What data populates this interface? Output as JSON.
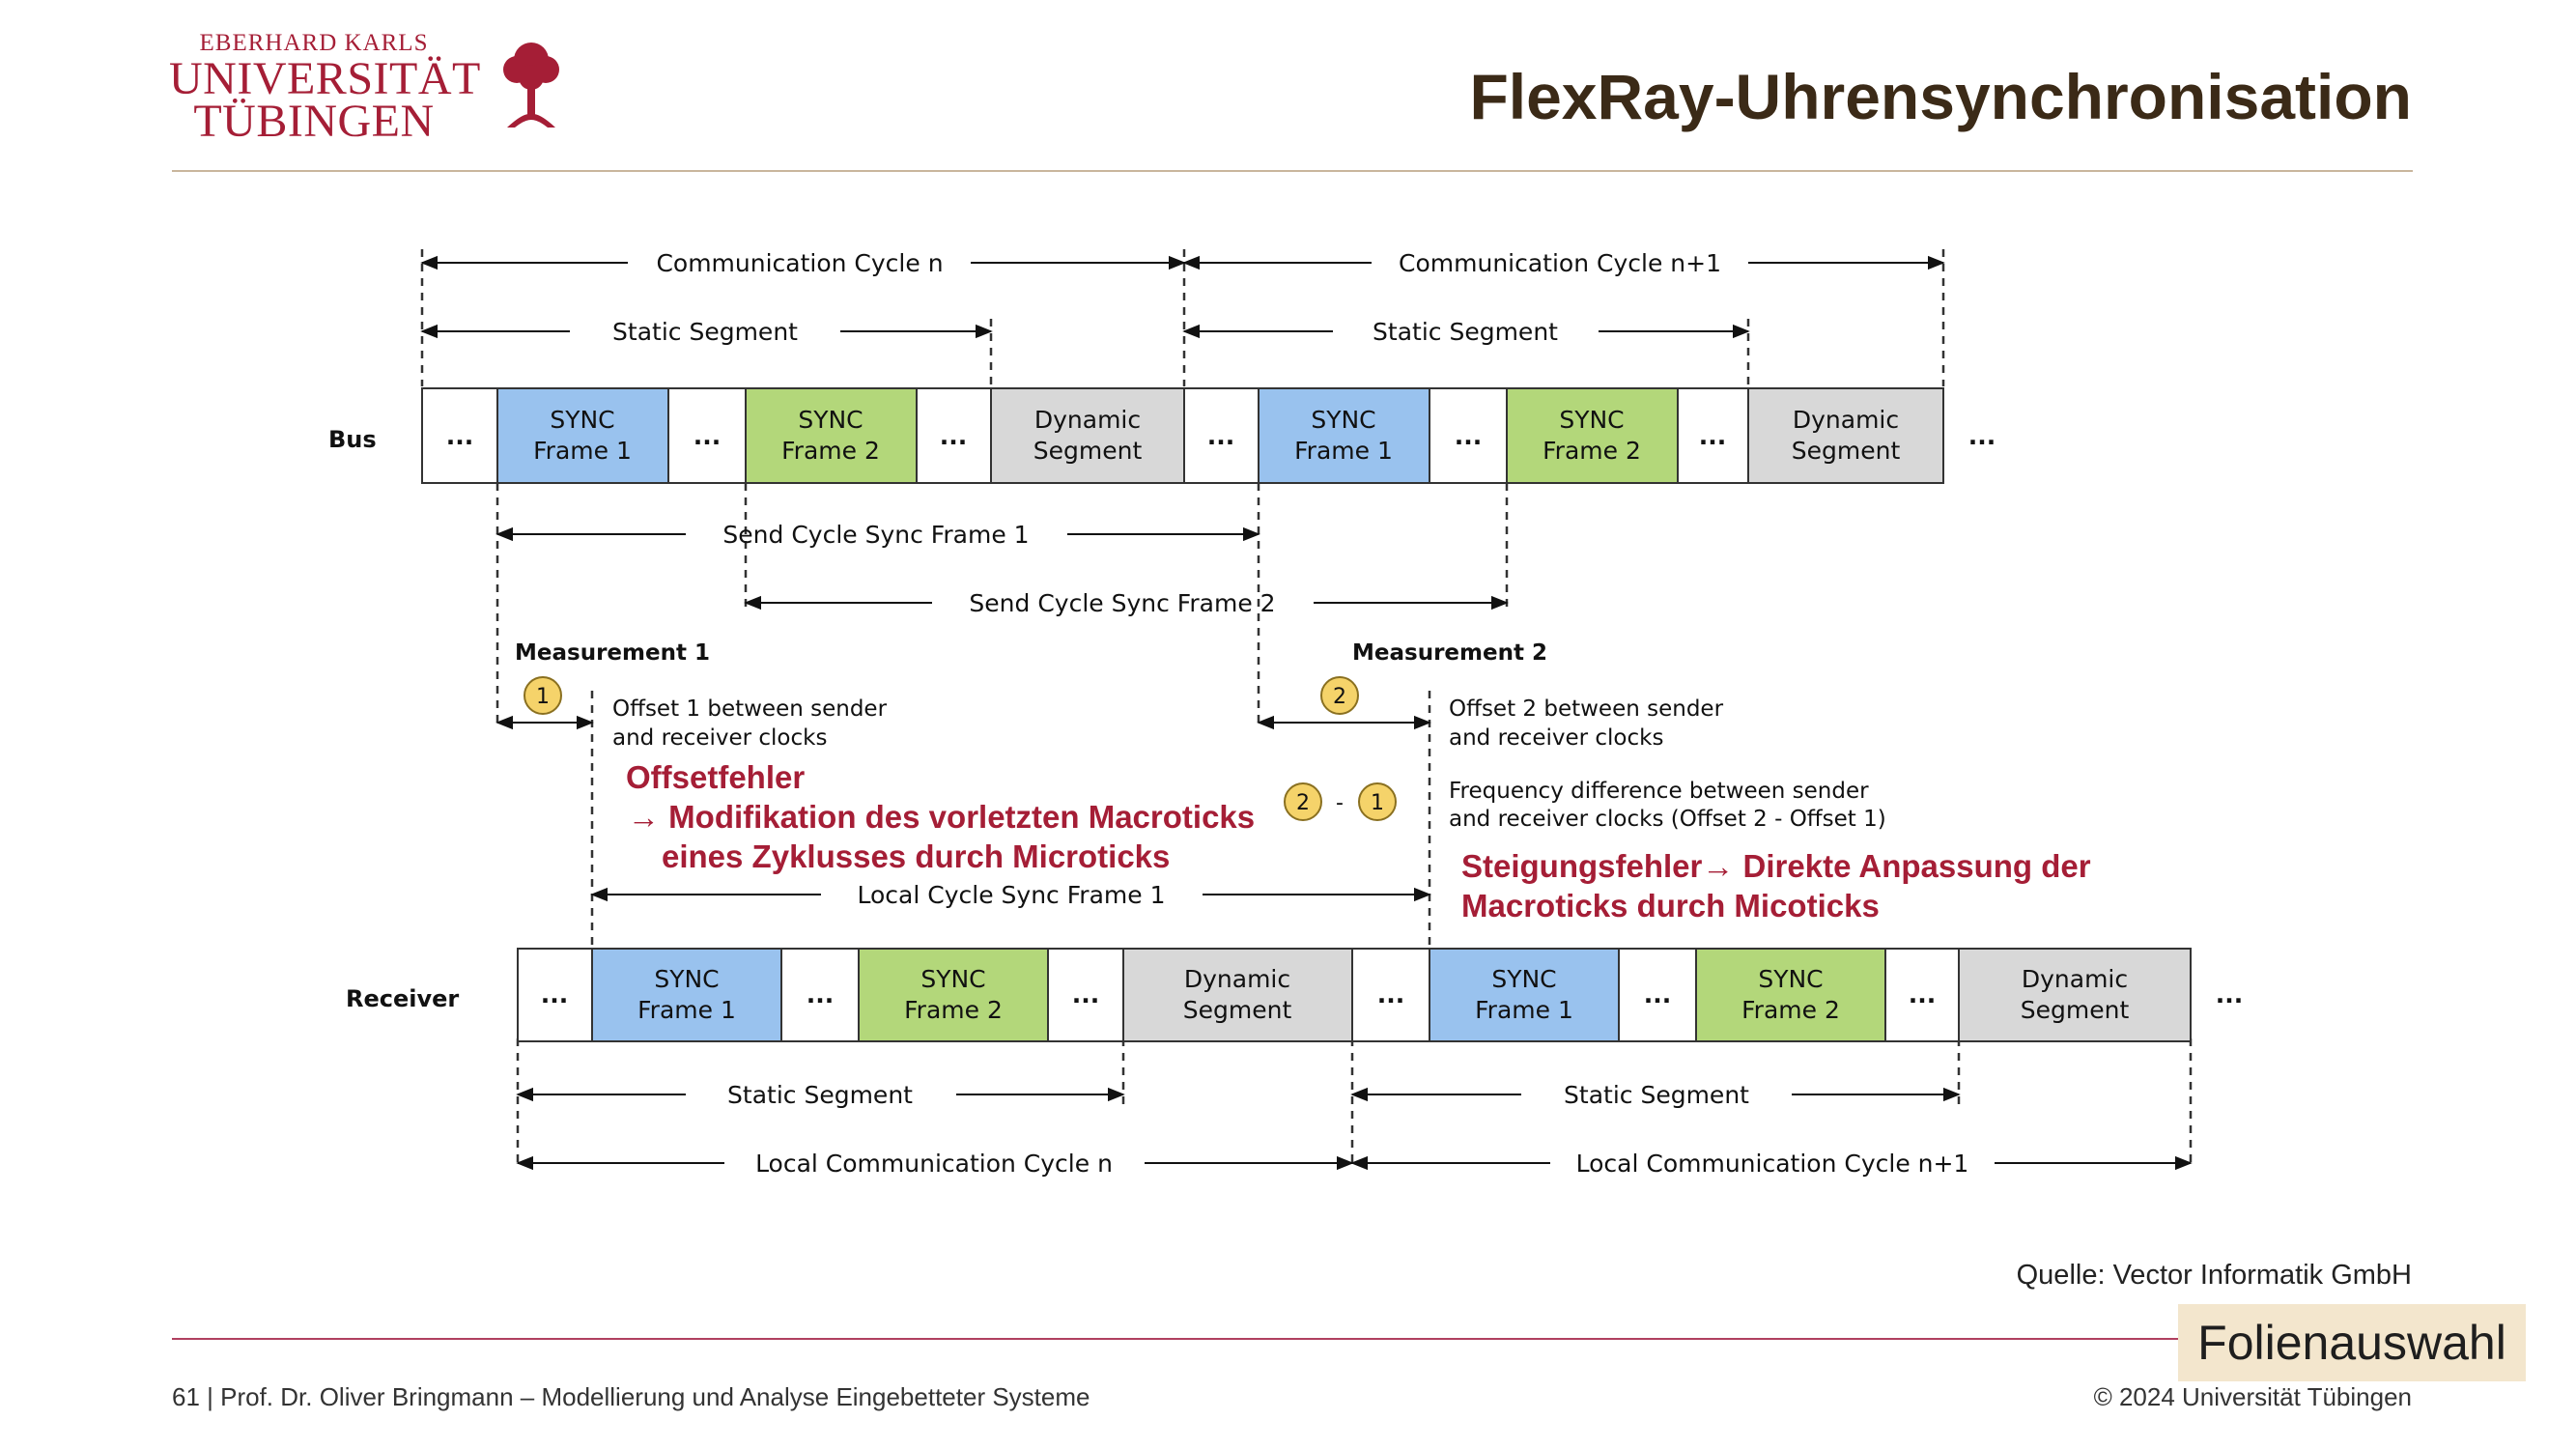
{
  "header": {
    "university_top": "EBERHARD KARLS",
    "university_line1": "UNIVERSITÄT",
    "university_line2": "TÜBINGEN",
    "title": "FlexRay-Uhrensynchronisation"
  },
  "diagram": {
    "bus_label": "Bus",
    "receiver_label": "Receiver",
    "ellipsis": "...",
    "sync1": [
      "SYNC",
      "Frame 1"
    ],
    "sync2": [
      "SYNC",
      "Frame 2"
    ],
    "dynamic": [
      "Dynamic",
      "Segment"
    ],
    "comm_cycle_n": "Communication Cycle n",
    "comm_cycle_n1": "Communication Cycle n+1",
    "static_segment": "Static Segment",
    "send_cycle_1": "Send Cycle Sync Frame 1",
    "send_cycle_2": "Send Cycle Sync Frame 2",
    "measurement_1": "Measurement 1",
    "measurement_2": "Measurement 2",
    "offset1_lines": [
      "Offset 1 between sender",
      "and receiver clocks"
    ],
    "offset2_lines": [
      "Offset 2 between sender",
      "and receiver clocks"
    ],
    "freq_lines": [
      "Frequency difference between sender",
      "and receiver clocks (Offset 2 - Offset 1)"
    ],
    "badge_1": "1",
    "badge_2": "2",
    "minus": "-",
    "local_cycle_sync1": "Local Cycle Sync Frame 1",
    "local_comm_n": "Local Communication Cycle n",
    "local_comm_n1": "Local Communication Cycle n+1",
    "colors": {
      "sync1": "#99c2ee",
      "sync2": "#b3d77a",
      "dynamic": "#d8d8d8",
      "badge": "#f5d36a"
    }
  },
  "notes": {
    "offset_l1": "Offsetfehler",
    "offset_l2": "→ Modifikation des vorletzten Macroticks",
    "offset_l3": "eines Zyklusses durch Microticks",
    "slope_l1": "Steigungsfehler→ Direkte Anpassung der",
    "slope_l2": "Macroticks durch Micoticks"
  },
  "footer": {
    "source": "Quelle:  Vector Informatik GmbH",
    "left": "61 | Prof. Dr. Oliver Bringmann – Modellierung und Analyse Eingebetteter Systeme",
    "right": "© 2024 Universität Tübingen",
    "nav_button": "Folienauswahl"
  }
}
